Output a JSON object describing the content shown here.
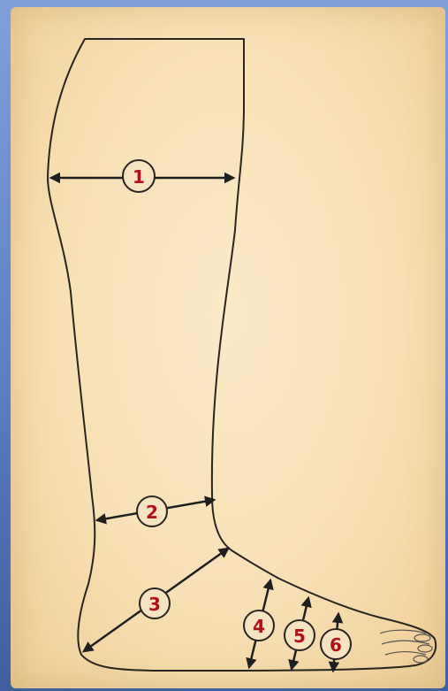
{
  "markers": {
    "m1": "1",
    "m2": "2",
    "m3": "3",
    "m4": "4",
    "m5": "5",
    "m6": "6"
  },
  "colors": {
    "background": "#f7e0b5",
    "marker_text": "#b0121b",
    "outline": "#2a2520"
  },
  "icons": [
    "leg-outline-icon",
    "double-arrow-icon"
  ]
}
